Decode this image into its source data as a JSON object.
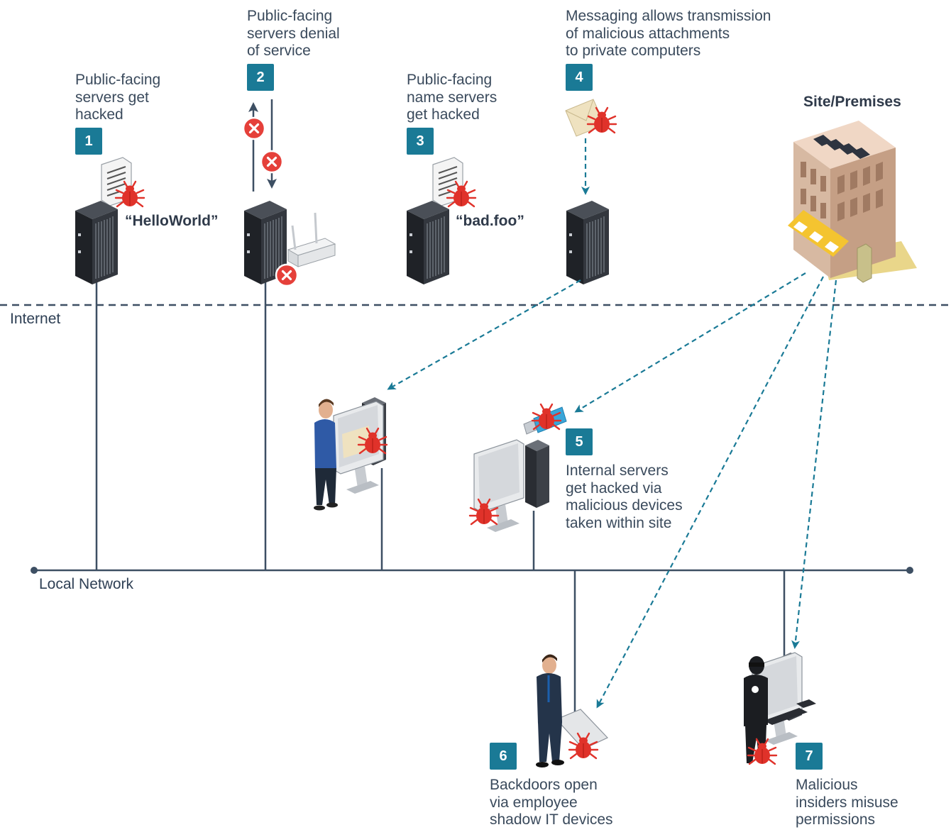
{
  "zones": {
    "internet": "Internet",
    "local_network": "Local Network",
    "site": "Site/Premises"
  },
  "threats": [
    {
      "num": "1",
      "text": [
        "Public-facing",
        "servers get",
        "hacked"
      ],
      "tag": "“HelloWorld”"
    },
    {
      "num": "2",
      "text": [
        "Public-facing",
        "servers denial",
        "of service"
      ]
    },
    {
      "num": "3",
      "text": [
        "Public-facing",
        "name servers",
        "get hacked"
      ],
      "tag": "“bad.foo”"
    },
    {
      "num": "4",
      "text": [
        "Messaging allows transmission",
        "of malicious attachments",
        "to private computers"
      ]
    },
    {
      "num": "5",
      "text": [
        "Internal servers",
        "get hacked via",
        "malicious devices",
        "taken within site"
      ]
    },
    {
      "num": "6",
      "text": [
        "Backdoors open",
        "via employee",
        "shadow IT devices"
      ]
    },
    {
      "num": "7",
      "text": [
        "Malicious",
        "insiders misuse",
        "permissions"
      ]
    }
  ],
  "colors": {
    "badge": "#1a7a96",
    "line": "#3d4f63",
    "dashed_arrow": "#1a7a96",
    "bug": "#e0322a",
    "error": "#e5403a"
  },
  "icons": [
    "server-icon",
    "router-icon",
    "document-icon",
    "bug-icon",
    "error-icon",
    "envelope-icon",
    "usb-drive-icon",
    "monitor-icon",
    "building-icon",
    "person-icon",
    "tablet-icon",
    "hacker-icon"
  ]
}
